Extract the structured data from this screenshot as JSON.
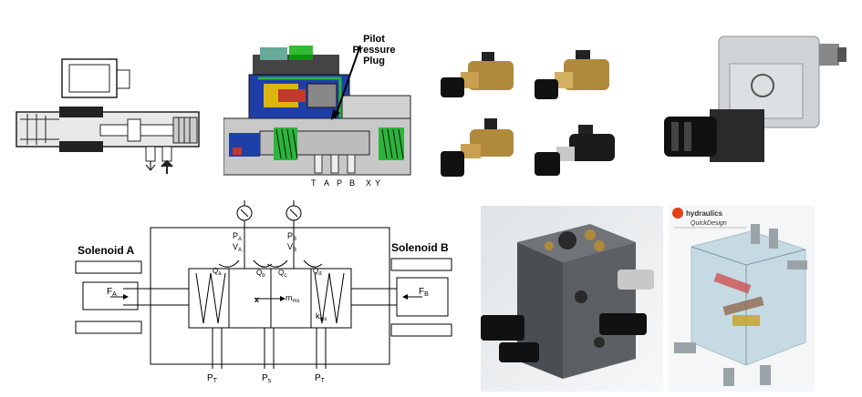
{
  "pilot_label": {
    "line1": "Pilot",
    "line2": "Pressure",
    "line3": "Plug"
  },
  "port_labels": [
    "T",
    "A",
    "P",
    "B",
    "X",
    "Y"
  ],
  "schematic": {
    "solenoid_a": "Solenoid A",
    "solenoid_b": "Solenoid B",
    "force_a": {
      "main": "F",
      "sub": "A"
    },
    "force_b": {
      "main": "F",
      "sub": "B"
    },
    "pa": {
      "main": "P",
      "sub": "A"
    },
    "va": {
      "main": "V",
      "sub": "A"
    },
    "pb": {
      "main": "P",
      "sub": "B"
    },
    "vb": {
      "main": "V",
      "sub": "B"
    },
    "qa": {
      "main": "Q",
      "sub": "a"
    },
    "qb": {
      "main": "Q",
      "sub": "b"
    },
    "qc": {
      "main": "Q",
      "sub": "c"
    },
    "qd": {
      "main": "Q",
      "sub": "d"
    },
    "mass": {
      "main": "m",
      "sub": "ms"
    },
    "spring": {
      "main": "k",
      "sub": "ms"
    },
    "x": "x",
    "pt_left": {
      "main": "P",
      "sub": "T"
    },
    "ps": {
      "main": "P",
      "sub": "s"
    },
    "pt_right": {
      "main": "P",
      "sub": "T"
    }
  },
  "quickdesign": {
    "brand": "hydraulics",
    "product": "QuickDesign"
  },
  "colors": {
    "valve_blue": "#1f3fa8",
    "valve_green": "#2bb53a",
    "brass": "#b08a3c",
    "block_gray": "#505458",
    "logo_red": "#e0401a"
  }
}
